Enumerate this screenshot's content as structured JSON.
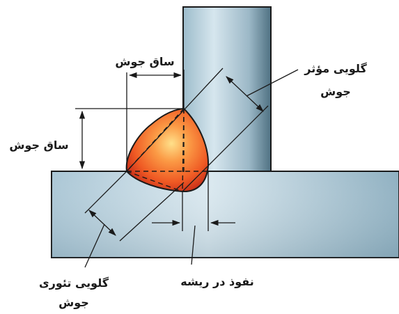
{
  "labels": {
    "leg_top": "ساق جوش",
    "leg_left": "ساق جوش",
    "effective_throat_line1": "گلویی مؤثر",
    "effective_throat_line2": "جوش",
    "theoretical_throat_line1": "گلویی تئوری",
    "theoretical_throat_line2": "جوش",
    "root_penetration": "نفوذ در ریشه"
  },
  "colors": {
    "metal_light": "#d4e6ef",
    "metal_mid": "#a9c7d6",
    "metal_dark": "#5d7f90",
    "weld_center": "#ffd36b",
    "weld_mid": "#f47a2e",
    "weld_edge": "#d8361a",
    "line": "#1a1a1a"
  }
}
